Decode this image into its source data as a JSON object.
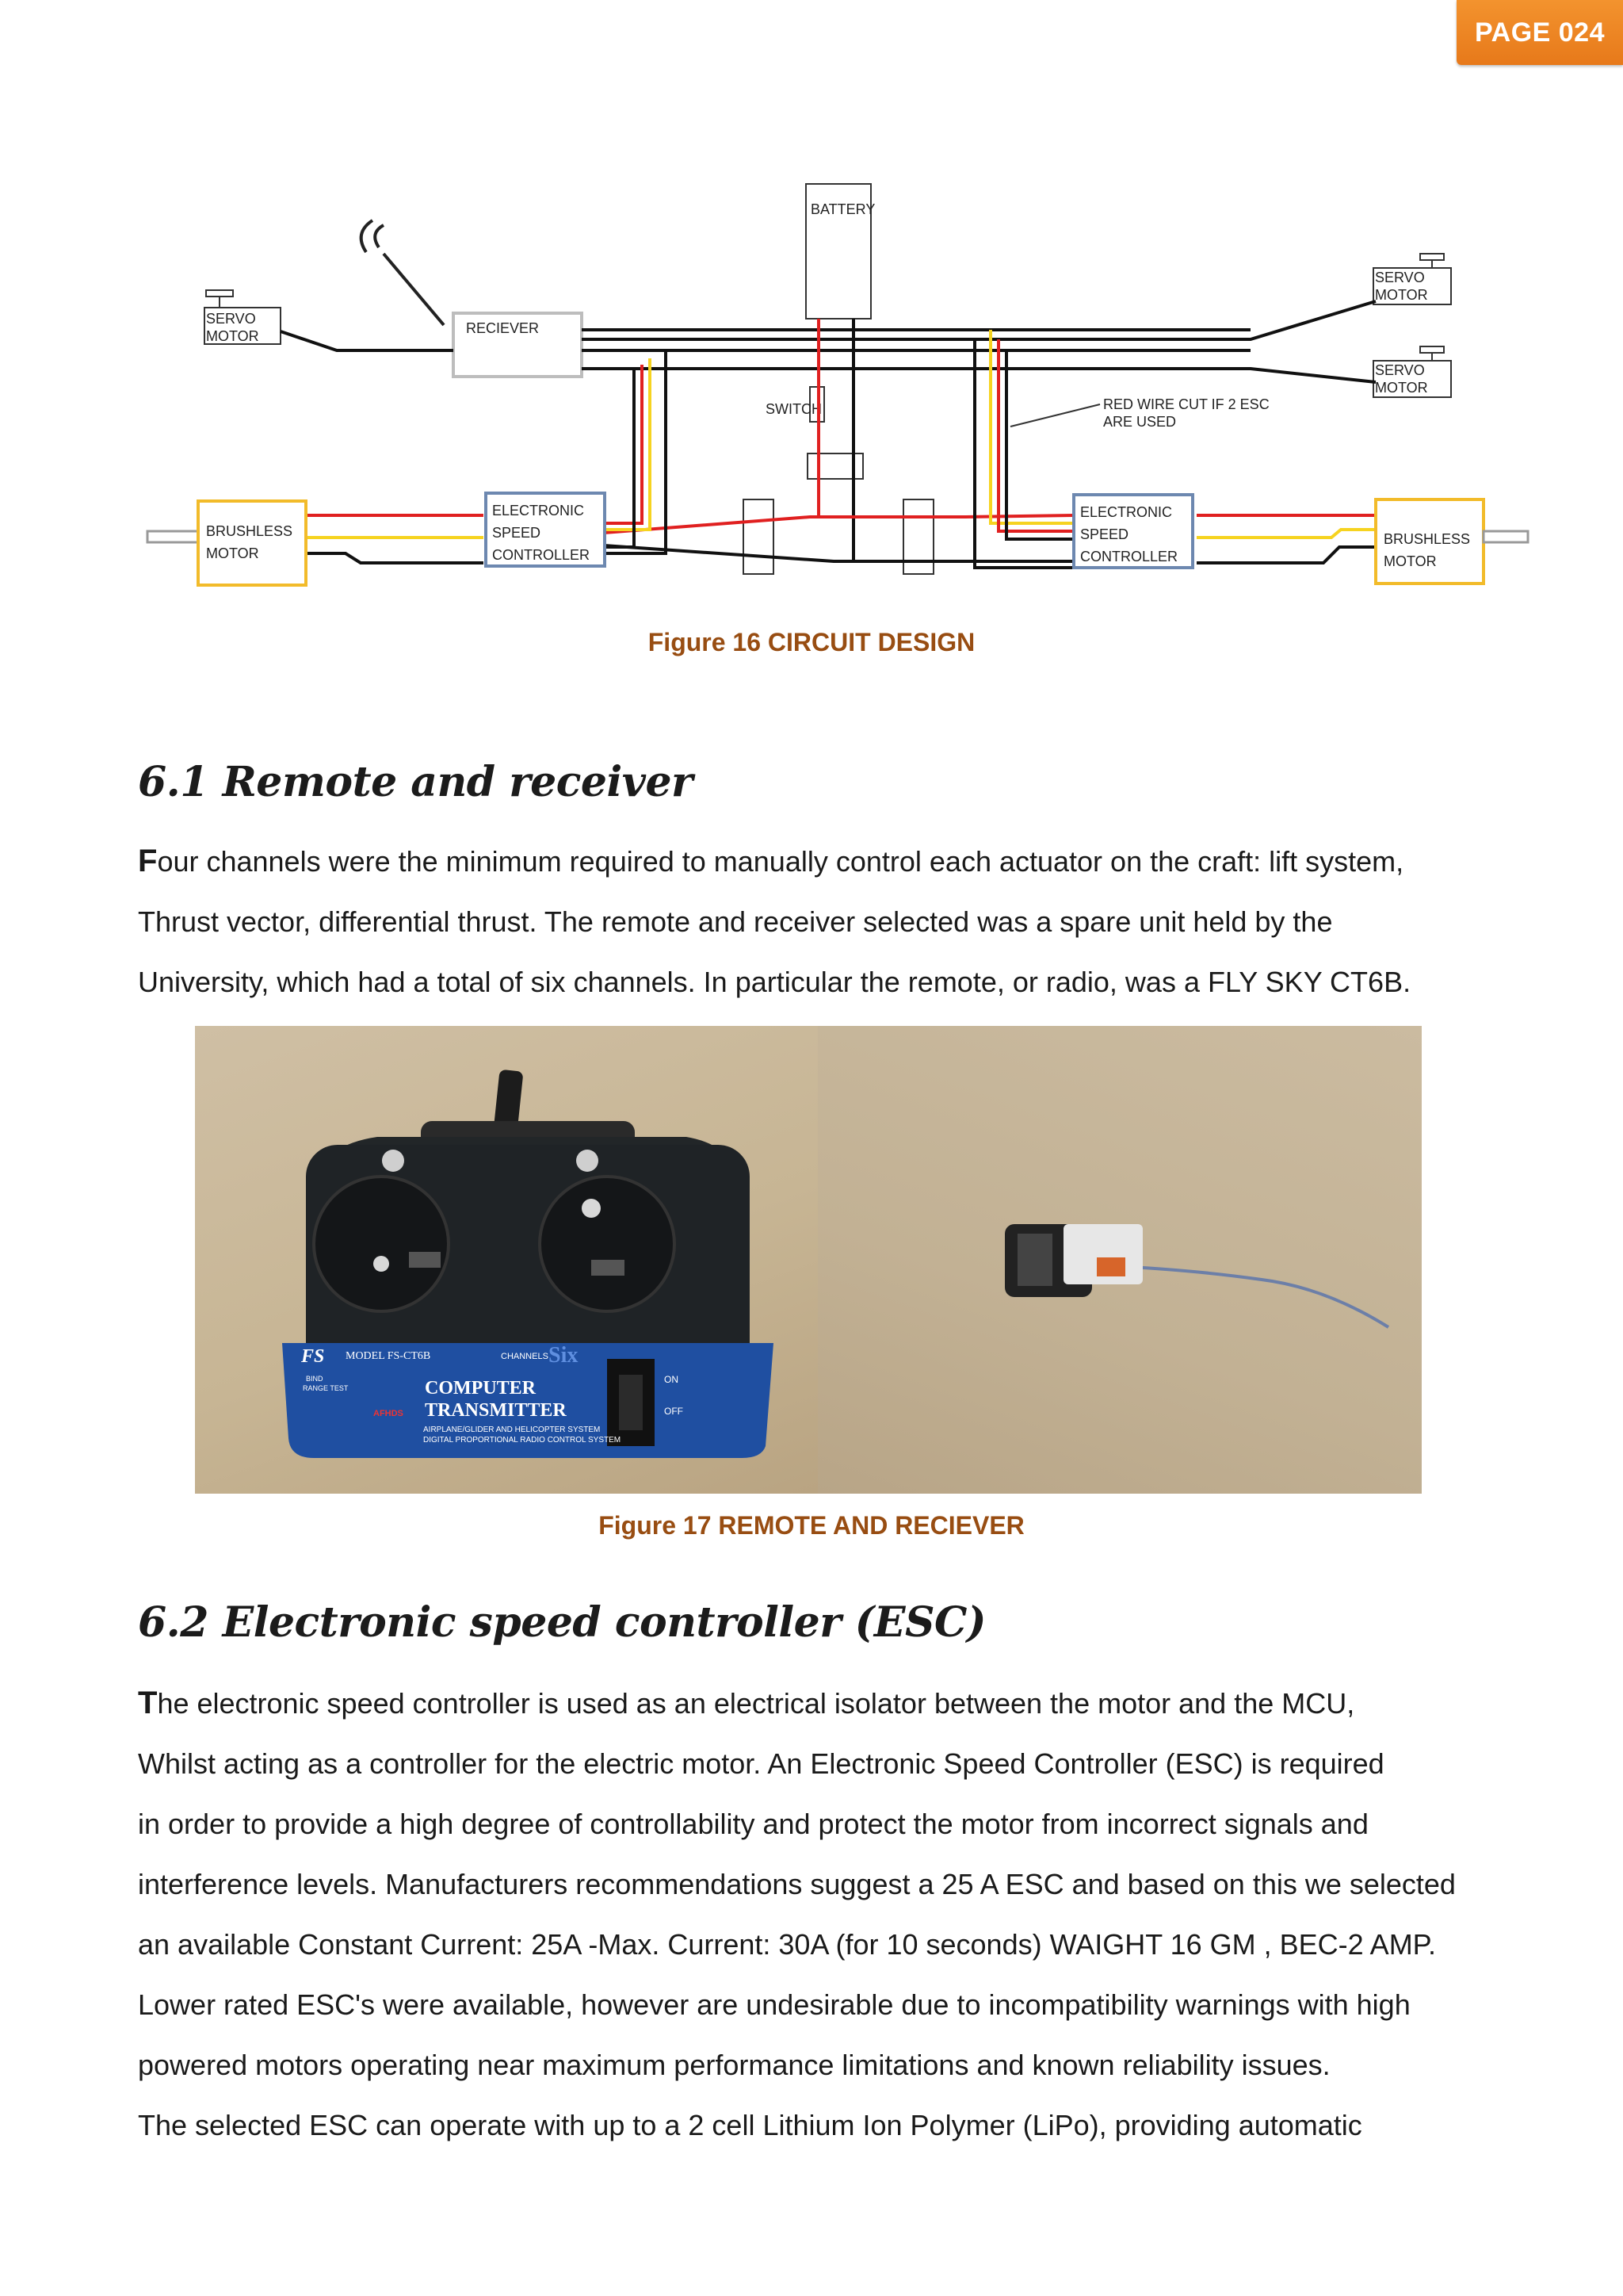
{
  "header": {
    "page_badge": "PAGE 024"
  },
  "colors": {
    "badge": "#ee8625",
    "caption": "#984d12",
    "red_wire": "#e02020",
    "yellow_wire": "#f6d320",
    "box_yellow": "#f2bb2a",
    "box_blue": "#6d88b0"
  },
  "circuit_diagram": {
    "labels": {
      "battery": "BATTERY",
      "servo_left_1": "SERVO",
      "servo_left_2": "MOTOR",
      "servo_right_top_1": "SERVO",
      "servo_right_top_2": "MOTOR",
      "servo_right_bottom_1": "SERVO",
      "servo_right_bottom_2": "MOTOR",
      "receiver": "RECIEVER",
      "switch": "SWITCH",
      "note_1": "RED WIRE CUT IF 2 ESC",
      "note_2": "ARE USED",
      "bl_left_1": "BRUSHLESS",
      "bl_left_2": "MOTOR",
      "esc_left_1": "ELECTRONIC",
      "esc_left_2": "SPEED",
      "esc_left_3": "CONTROLLER",
      "esc_right_1": "ELECTRONIC",
      "esc_right_2": "SPEED",
      "esc_right_3": "CONTROLLER",
      "bl_right_1": "BRUSHLESS",
      "bl_right_2": "MOTOR"
    },
    "caption": "Figure 16 CIRCUIT DESIGN"
  },
  "section_1": {
    "heading": "6.1 Remote and receiver",
    "dropcap": "F",
    "line_1": "our channels were the minimum required to manually control each actuator on the craft: lift system,",
    "line_2": "Thrust vector, differential thrust. The remote and receiver selected was a spare unit held by the",
    "line_3": "University, which had a total of six channels. In particular the remote, or radio, was a FLY SKY CT6B."
  },
  "photo": {
    "transmitter": {
      "model": "MODEL FS-CT6B",
      "channels": "CHANNELS",
      "six": "Six",
      "title_1": "COMPUTER",
      "title_2": "TRANSMITTER",
      "sub_1": "AIRPLANE/GLIDER AND HELICOPTER SYSTEM",
      "sub_2": "DIGITAL PROPORTIONAL RADIO CONTROL SYSTEM",
      "on": "ON",
      "off": "OFF",
      "fs": "FS",
      "bind": "BIND",
      "range": "RANGE TEST",
      "afhds": "AFHDS"
    },
    "caption": "Figure 17 REMOTE AND RECIEVER"
  },
  "section_2": {
    "heading": "6.2 Electronic speed controller (ESC)",
    "dropcap": "T",
    "line_1": "he electronic speed controller is used as an electrical isolator between the motor and the MCU,",
    "line_2": "Whilst acting as a controller for the electric motor. An Electronic Speed Controller (ESC) is required",
    "line_3": "in order to provide a high degree of controllability and protect the motor from incorrect signals and",
    "line_4": "interference levels. Manufacturers recommendations suggest a 25 A ESC and based on this we selected",
    "line_5": "an available Constant Current: 25A -Max. Current: 30A (for 10 seconds) WAIGHT 16 GM , BEC-2 AMP.",
    "line_6": "Lower rated ESC's were available, however are undesirable due to incompatibility warnings with high",
    "line_7": "powered motors operating near maximum performance limitations and known reliability issues.",
    "line_8": "The selected ESC can operate with up to a 2 cell Lithium Ion Polymer (LiPo), providing automatic"
  }
}
